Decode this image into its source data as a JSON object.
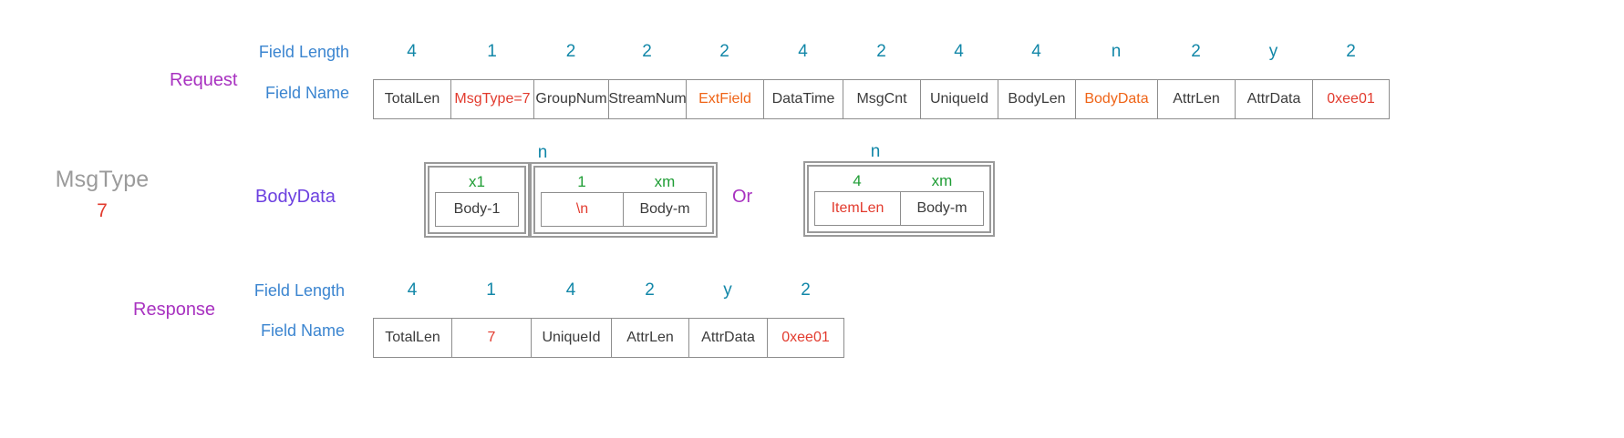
{
  "msgtype": {
    "title": "MsgType",
    "value": "7"
  },
  "labels": {
    "request": "Request",
    "response": "Response",
    "bodydata": "BodyData",
    "field_length": "Field Length",
    "field_name": "Field Name",
    "or": "Or"
  },
  "colors": {
    "row_label": "#a832c0",
    "axis_label": "#3b85d0",
    "length_value": "#1287a8",
    "sub_length_value": "#1f9d35",
    "highlight_red": "#e23b2e",
    "highlight_orange": "#ef6417",
    "msgtype_title": "#9b9b9b",
    "box_border": "#8d8d8d"
  },
  "request": {
    "fields": [
      {
        "length": "4",
        "name": "TotalLen",
        "style": ""
      },
      {
        "length": "1",
        "name": "MsgType=7",
        "style": "red"
      },
      {
        "length": "2",
        "name": "GroupNum",
        "style": ""
      },
      {
        "length": "2",
        "name": "StreamNum",
        "style": ""
      },
      {
        "length": "2",
        "name": "ExtField",
        "style": "orange"
      },
      {
        "length": "4",
        "name": "DataTime",
        "style": ""
      },
      {
        "length": "2",
        "name": "MsgCnt",
        "style": ""
      },
      {
        "length": "4",
        "name": "UniqueId",
        "style": ""
      },
      {
        "length": "4",
        "name": "BodyLen",
        "style": ""
      },
      {
        "length": "n",
        "name": "BodyData",
        "style": "orange"
      },
      {
        "length": "2",
        "name": "AttrLen",
        "style": ""
      },
      {
        "length": "y",
        "name": "AttrData",
        "style": ""
      },
      {
        "length": "2",
        "name": "0xee01",
        "style": "red"
      }
    ]
  },
  "bodydata": {
    "variant_a": {
      "group_caption": "n",
      "groups": [
        {
          "subfields": [
            {
              "length": "x1",
              "name": "Body-1",
              "style": ""
            }
          ]
        },
        {
          "subfields": [
            {
              "length": "1",
              "name": "\\n",
              "style": "red"
            },
            {
              "length": "xm",
              "name": "Body-m",
              "style": ""
            }
          ]
        }
      ]
    },
    "variant_b": {
      "group_caption": "n",
      "groups": [
        {
          "subfields": [
            {
              "length": "4",
              "name": "ItemLen",
              "style": "red"
            },
            {
              "length": "xm",
              "name": "Body-m",
              "style": ""
            }
          ]
        }
      ]
    }
  },
  "response": {
    "fields": [
      {
        "length": "4",
        "name": "TotalLen",
        "style": ""
      },
      {
        "length": "1",
        "name": "7",
        "style": "red"
      },
      {
        "length": "4",
        "name": "UniqueId",
        "style": ""
      },
      {
        "length": "2",
        "name": "AttrLen",
        "style": ""
      },
      {
        "length": "y",
        "name": "AttrData",
        "style": ""
      },
      {
        "length": "2",
        "name": "0xee01",
        "style": "red"
      }
    ]
  }
}
